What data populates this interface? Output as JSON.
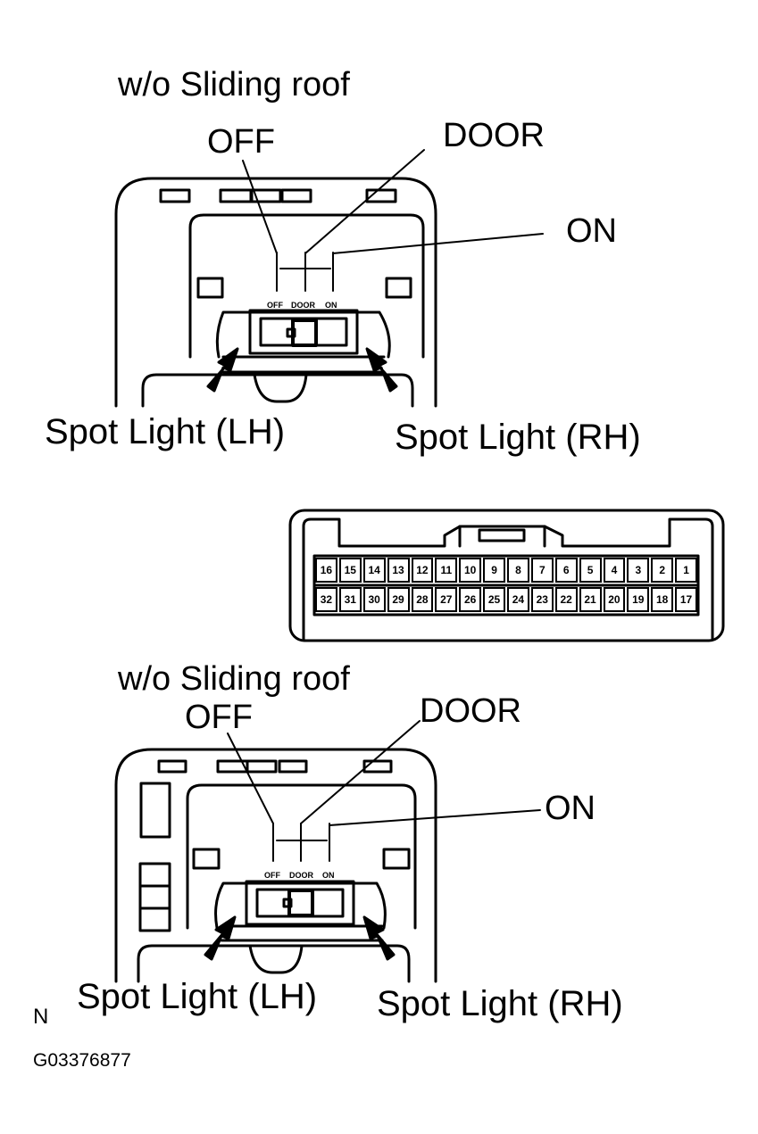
{
  "top_panel": {
    "title": "w/o Sliding roof",
    "label_off": "OFF",
    "label_door": "DOOR",
    "label_on": "ON",
    "switch_off": "OFF",
    "switch_door": "DOOR",
    "switch_on": "ON",
    "spot_lh": "Spot Light (LH)",
    "spot_rh": "Spot Light (RH)"
  },
  "connector": {
    "top_row": [
      "16",
      "15",
      "14",
      "13",
      "12",
      "11",
      "10",
      "9",
      "8",
      "7",
      "6",
      "5",
      "4",
      "3",
      "2",
      "1"
    ],
    "bottom_row": [
      "32",
      "31",
      "30",
      "29",
      "28",
      "27",
      "26",
      "25",
      "24",
      "23",
      "22",
      "21",
      "20",
      "19",
      "18",
      "17"
    ]
  },
  "bottom_panel": {
    "title": "w/o Sliding roof",
    "label_off": "OFF",
    "label_door": "DOOR",
    "label_on": "ON",
    "switch_off": "OFF",
    "switch_door": "DOOR",
    "switch_on": "ON",
    "spot_lh": "Spot Light (LH)",
    "spot_rh": "Spot Light (RH)"
  },
  "footer": {
    "mark": "N",
    "figure_id": "G03376877"
  }
}
